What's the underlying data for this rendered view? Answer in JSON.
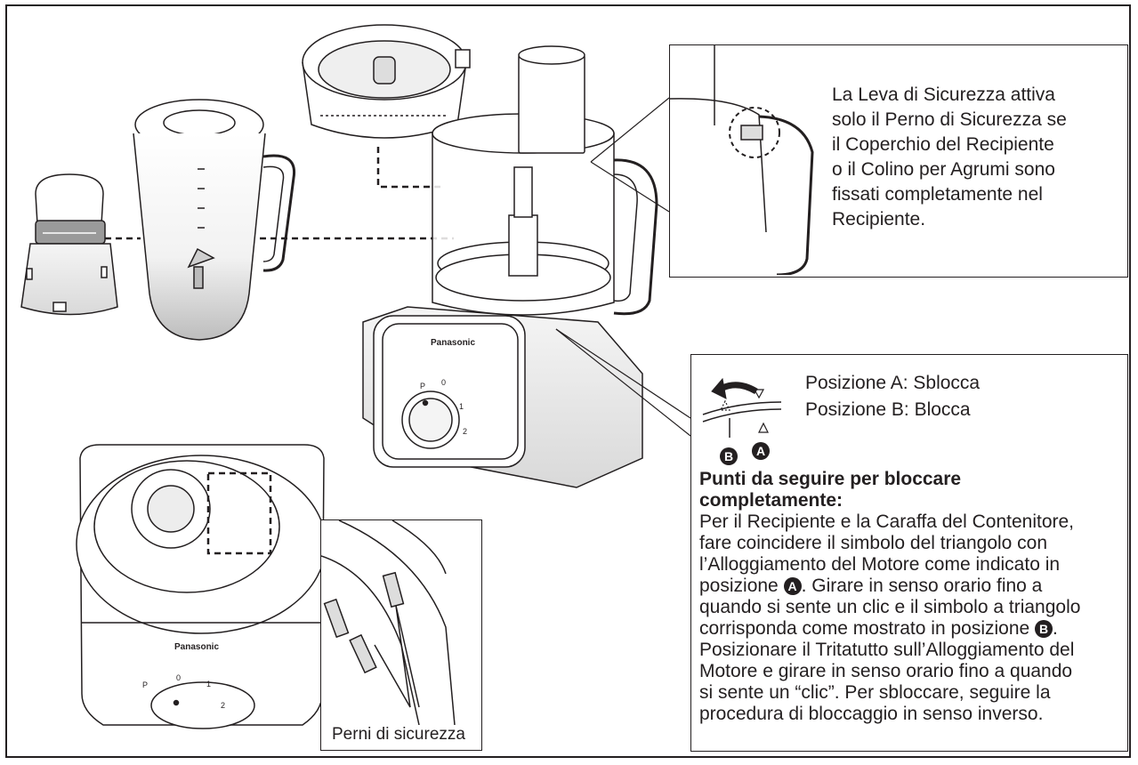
{
  "safety_lever_note": [
    "La Leva di Sicurezza attiva",
    "solo il Perno di Sicurezza se",
    "il Coperchio del Recipiente",
    "o il Colino per Agrumi sono",
    "fissati completamente nel",
    "Recipiente."
  ],
  "positions": {
    "a": "Posizione A: Sblocca",
    "b": "Posizione B: Blocca",
    "marker_a": "A",
    "marker_b": "B"
  },
  "instructions": {
    "heading_1": "Punti da seguire per bloccare",
    "heading_2": "completamente:",
    "line_1": "Per il Recipiente e la Caraffa del Contenitore,",
    "line_2": "fare coincidere il simbolo del triangolo con",
    "line_3": "l’Alloggiamento del Motore come indicato in",
    "line_4_pre": "posizione ",
    "line_4_marker": "A",
    "line_4_post": ". Girare in senso orario fino a",
    "line_5": "quando si sente un clic e il simbolo a triangolo",
    "line_6_pre": "corrisponda come mostrato in posizione ",
    "line_6_marker": "B",
    "line_6_post": ".",
    "line_7": "Posizionare il Tritatutto sull’Alloggiamento del",
    "line_8": "Motore e girare in senso orario fino a quando",
    "line_9": "si sente un “clic”. Per sbloccare, seguire la",
    "line_10": "procedura di bloccaggio in senso inverso."
  },
  "brand": "Panasonic",
  "dial_labels": [
    "P",
    "0",
    "1",
    "2"
  ],
  "pins_caption": "Perni di sicurezza"
}
